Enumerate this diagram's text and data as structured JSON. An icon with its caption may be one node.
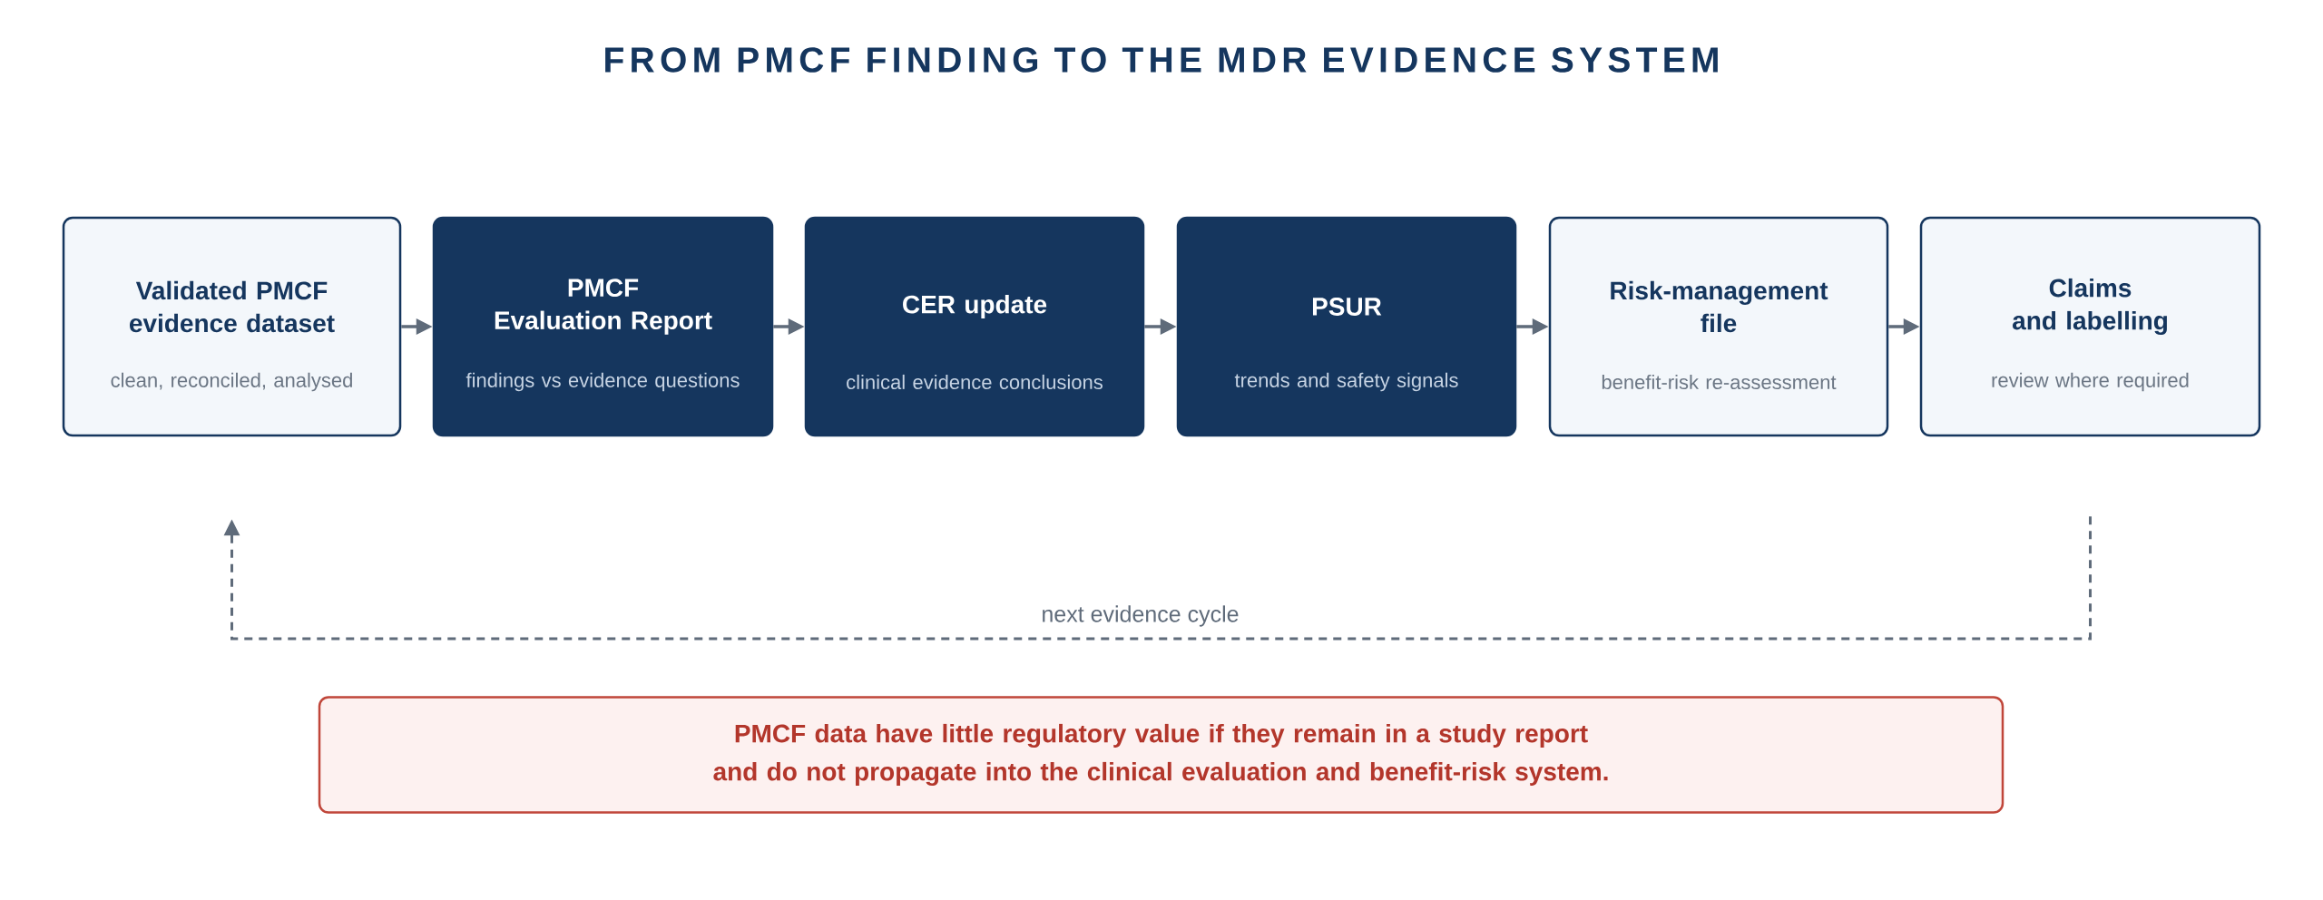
{
  "diagram": {
    "title": "FROM PMCF FINDING TO THE MDR EVIDENCE SYSTEM",
    "nodes": [
      {
        "text": [
          "Validated PMCF evidence dataset",
          "clean, reconciled, analysed"
        ]
      },
      {
        "text": [
          "PMCF Evaluation Report",
          "findings vs evidence questions"
        ]
      },
      {
        "text": [
          "CER update",
          "clinical evidence conclusions"
        ]
      },
      {
        "text": [
          "PSUR",
          "trends and safety signals"
        ]
      },
      {
        "text": [
          "Risk-management file",
          "benefit-risk re-assessment"
        ]
      },
      {
        "text": [
          "Claims and labelling",
          "review where required"
        ]
      },
      {
        "text": [
          "PMCF data have little regulatory value if they remain in a study report and do not propagate into the clinical evaluation and benefit-risk system."
        ]
      }
    ],
    "edges": [
      {
        "from": 0,
        "to": 1,
        "arrow": "to"
      },
      {
        "from": 1,
        "to": 2,
        "arrow": "to"
      },
      {
        "from": 2,
        "to": 3,
        "arrow": "to"
      },
      {
        "from": 3,
        "to": 4,
        "arrow": "to"
      },
      {
        "from": 4,
        "to": 5,
        "arrow": "to"
      },
      {
        "from": 5,
        "to": 0,
        "arrow": "to",
        "style": "dashed",
        "label": "next evidence cycle"
      }
    ]
  }
}
